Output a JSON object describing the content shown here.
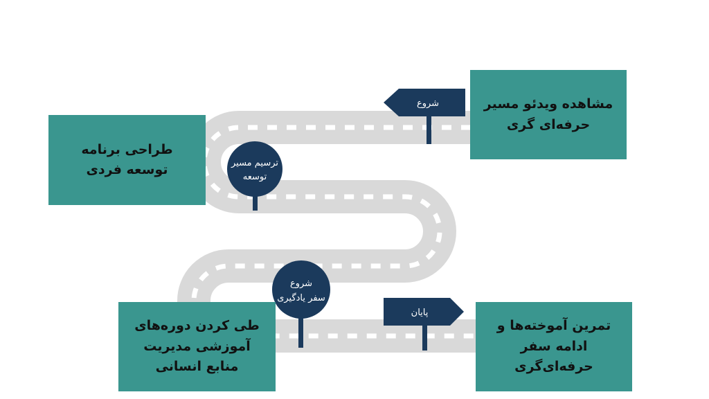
{
  "diagram": {
    "colors": {
      "box_fill": "#3a968f",
      "road": "#d9d9d9",
      "road_marks": "#ffffff",
      "sign_fill": "#1b3a5c",
      "text": "#111111"
    },
    "steps": [
      {
        "text": "مشاهده ویدئو مسیر\nحرفه‌ای گری"
      },
      {
        "text": "طراحی برنامه\nتوسعه فردی"
      },
      {
        "text": "طی کردن دوره‌های\nآموزشی مدیریت\nمنابع انسانی"
      },
      {
        "text": "تمرین آموخته‌ها و\nادامه سفر\nحرفه‌ای‌گری"
      }
    ],
    "signs": {
      "start_flag": "شروع",
      "roadmap_line1": "ترسیم مسیر",
      "roadmap_line2": "توسعه",
      "journey_line1": "شروع",
      "journey_line2": "سفر یادگیری",
      "end_flag": "پایان"
    }
  }
}
